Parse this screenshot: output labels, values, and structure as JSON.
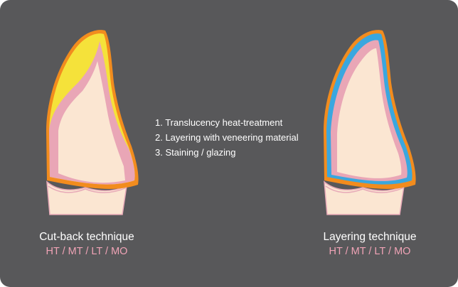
{
  "diagram": {
    "steps": [
      "1. Translucency heat-treatment",
      "2. Layering with veneering material",
      "3. Staining / glazing"
    ],
    "left": {
      "title": "Cut-back technique",
      "materials": "HT / MT / LT / MO"
    },
    "right": {
      "title": "Layering technique",
      "materials": "HT / MT / LT / MO"
    },
    "colors": {
      "background": "#58585a",
      "crown_outline": "#f28c1e",
      "cutback_layer": "#f5e23a",
      "veneer_layer": "#3aa7df",
      "dentin_layer": "#e9a6b6",
      "tooth_body": "#fbe6d2",
      "root": "#fbe6d2",
      "material_text": "#f0a3b6"
    }
  }
}
